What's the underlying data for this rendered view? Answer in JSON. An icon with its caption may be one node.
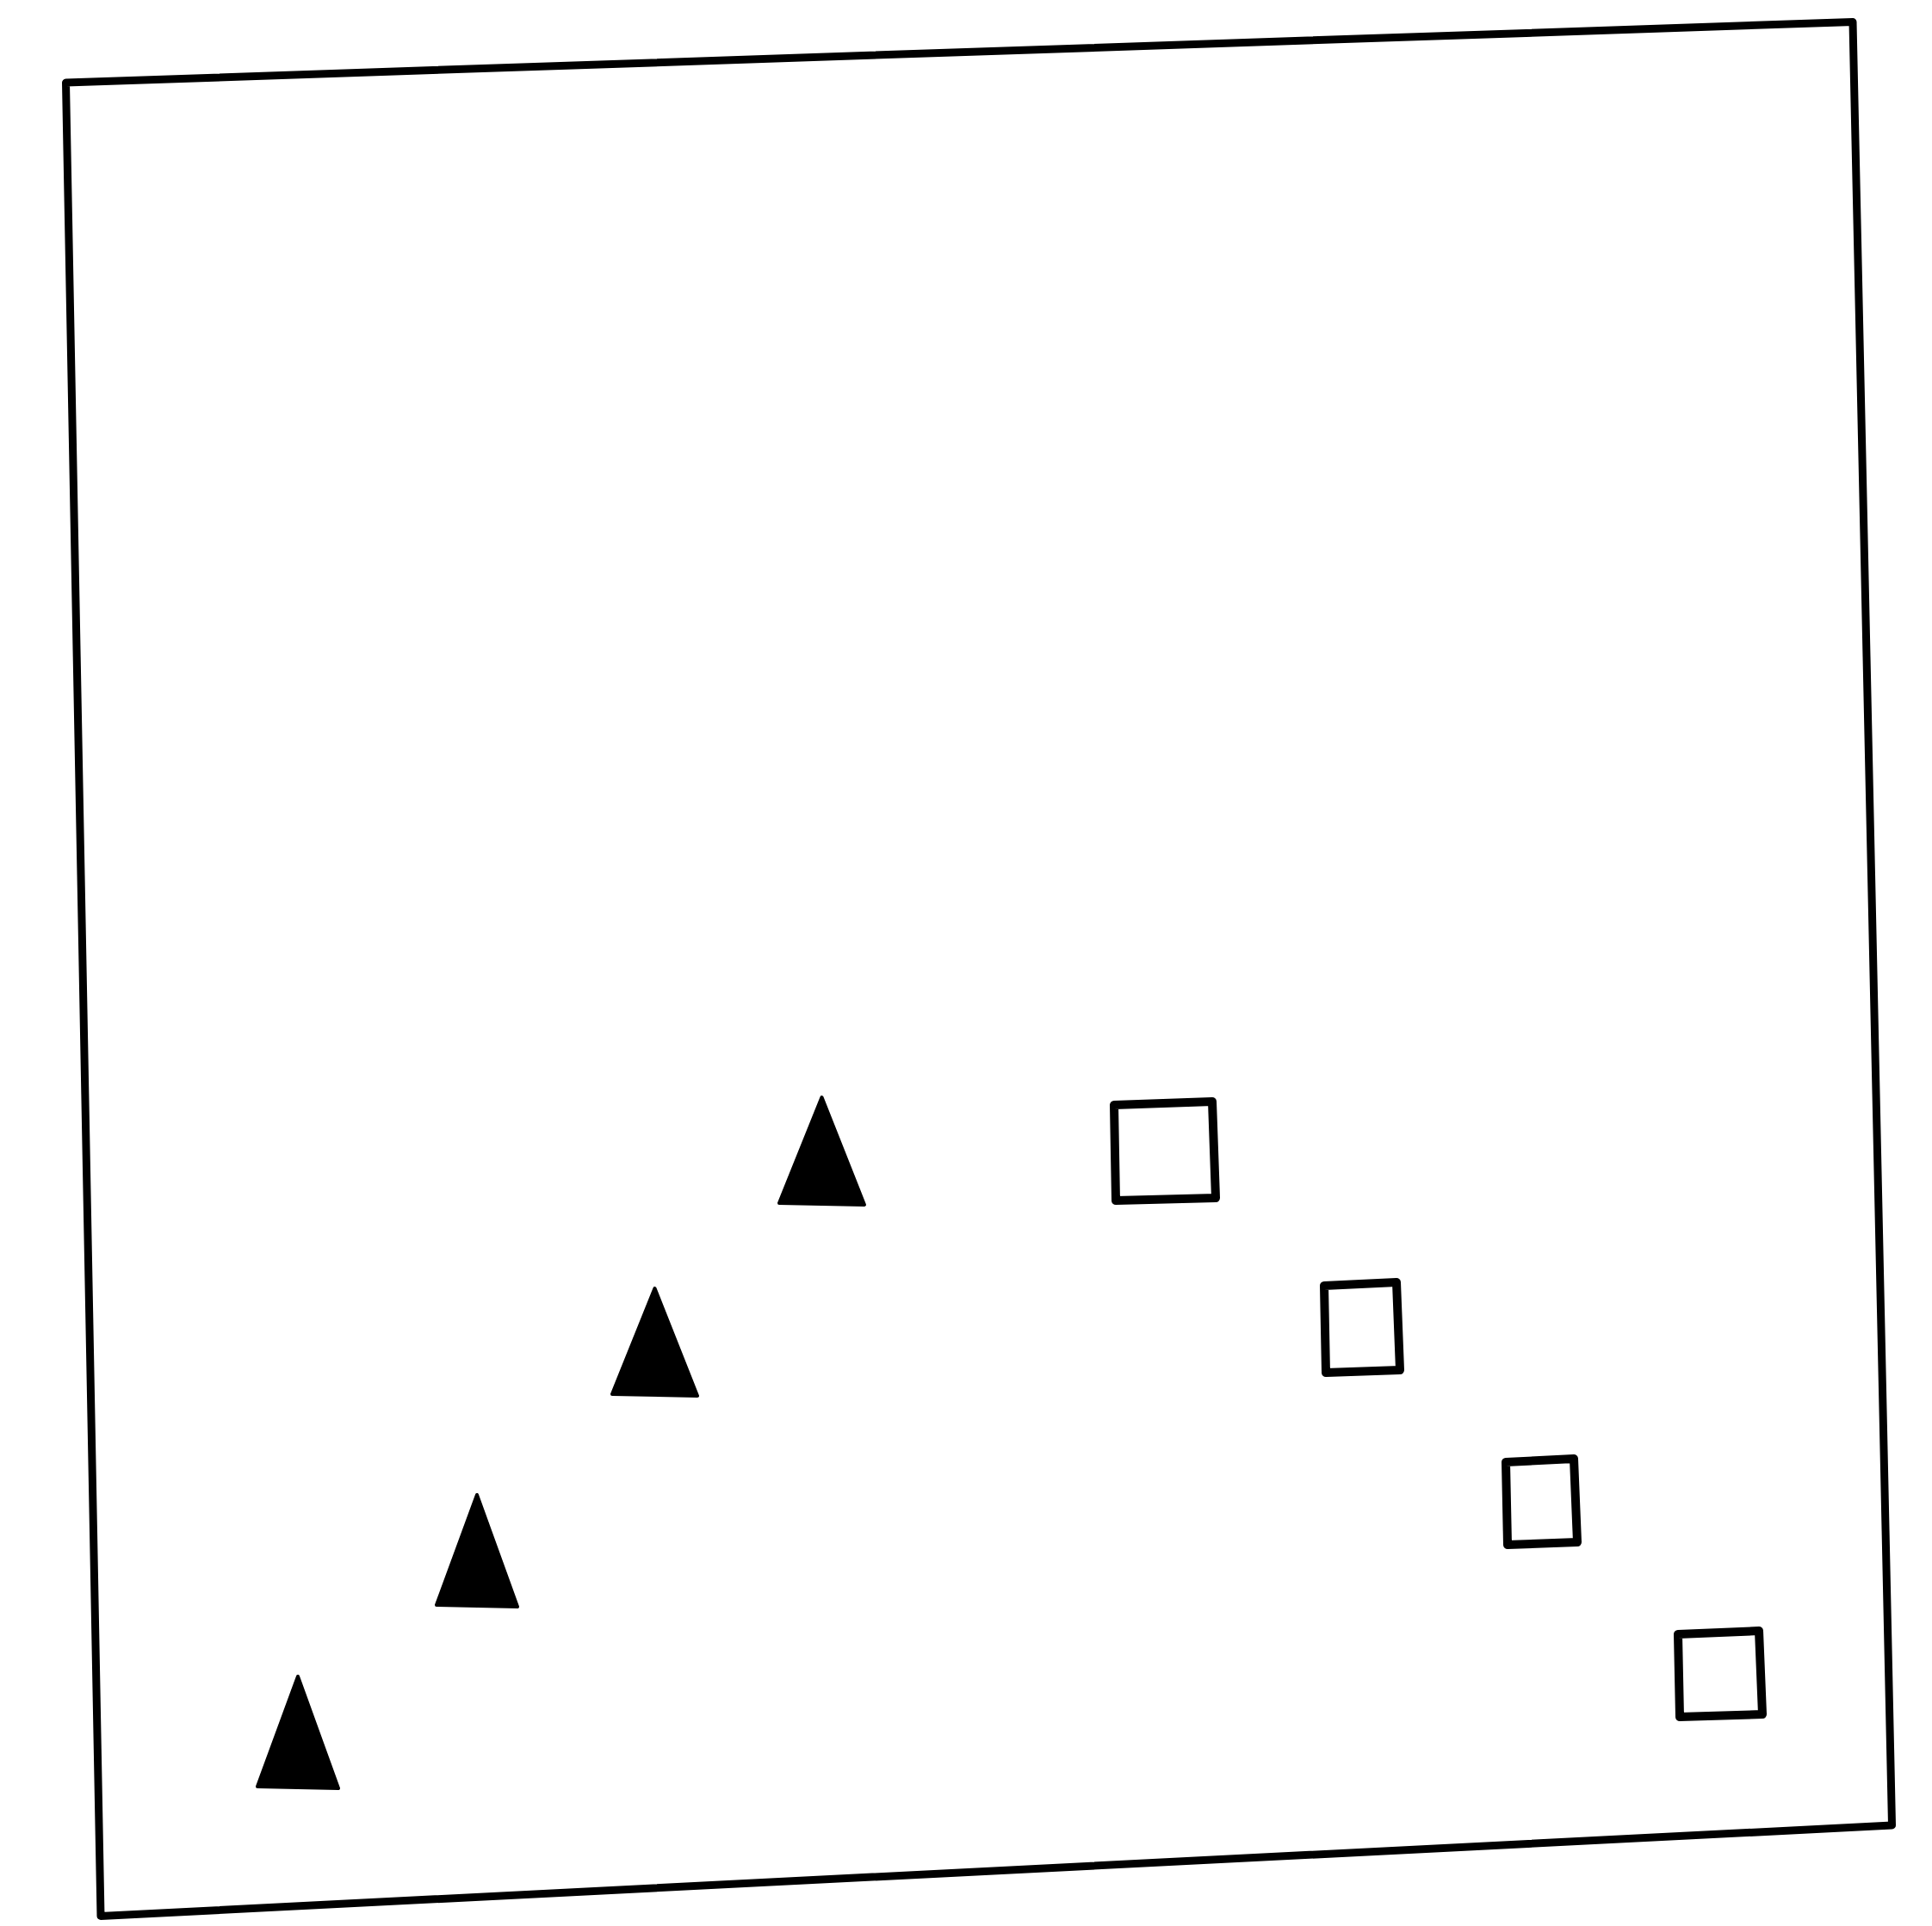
{
  "diagram": {
    "nodes": [
      {
        "text": [],
        "shape": "box"
      },
      {
        "text": [],
        "shape": "triangle",
        "in": 0
      },
      {
        "text": [],
        "shape": "triangle",
        "in": 0
      },
      {
        "text": [],
        "shape": "triangle",
        "in": 0
      },
      {
        "text": [],
        "shape": "triangle",
        "in": 0
      },
      {
        "text": [],
        "shape": "box",
        "in": 0
      },
      {
        "text": [],
        "shape": "box",
        "in": 0
      },
      {
        "text": [],
        "shape": "box",
        "in": 0
      },
      {
        "text": [],
        "shape": "box",
        "in": 0
      }
    ]
  }
}
